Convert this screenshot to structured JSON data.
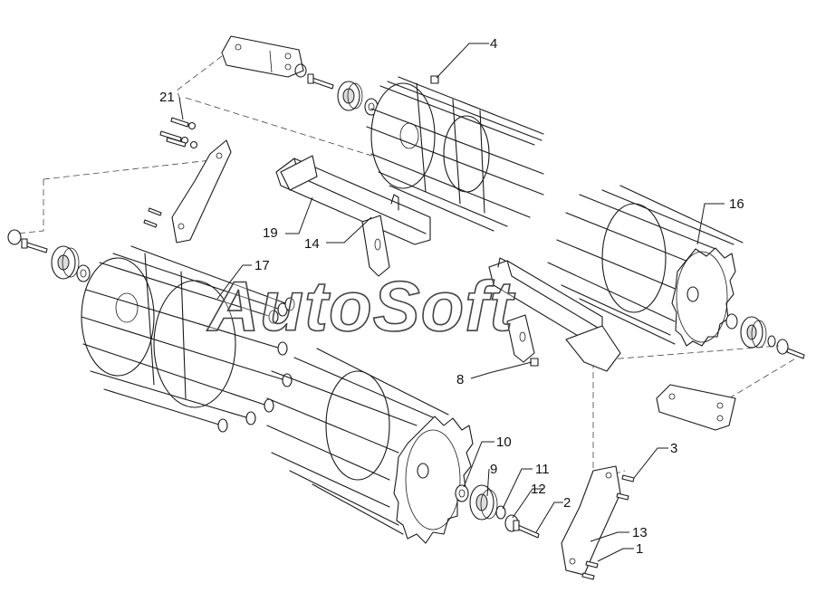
{
  "watermark": "AutoSoft",
  "callouts": [
    {
      "id": "c1",
      "label": "1"
    },
    {
      "id": "c2",
      "label": "2"
    },
    {
      "id": "c3",
      "label": "3"
    },
    {
      "id": "c4",
      "label": "4"
    },
    {
      "id": "c8",
      "label": "8"
    },
    {
      "id": "c9",
      "label": "9"
    },
    {
      "id": "c10",
      "label": "10"
    },
    {
      "id": "c11",
      "label": "11"
    },
    {
      "id": "c12",
      "label": "12"
    },
    {
      "id": "c13",
      "label": "13"
    },
    {
      "id": "c14",
      "label": "14"
    },
    {
      "id": "c16",
      "label": "16"
    },
    {
      "id": "c17",
      "label": "17"
    },
    {
      "id": "c19",
      "label": "19"
    },
    {
      "id": "c21",
      "label": "21"
    }
  ]
}
